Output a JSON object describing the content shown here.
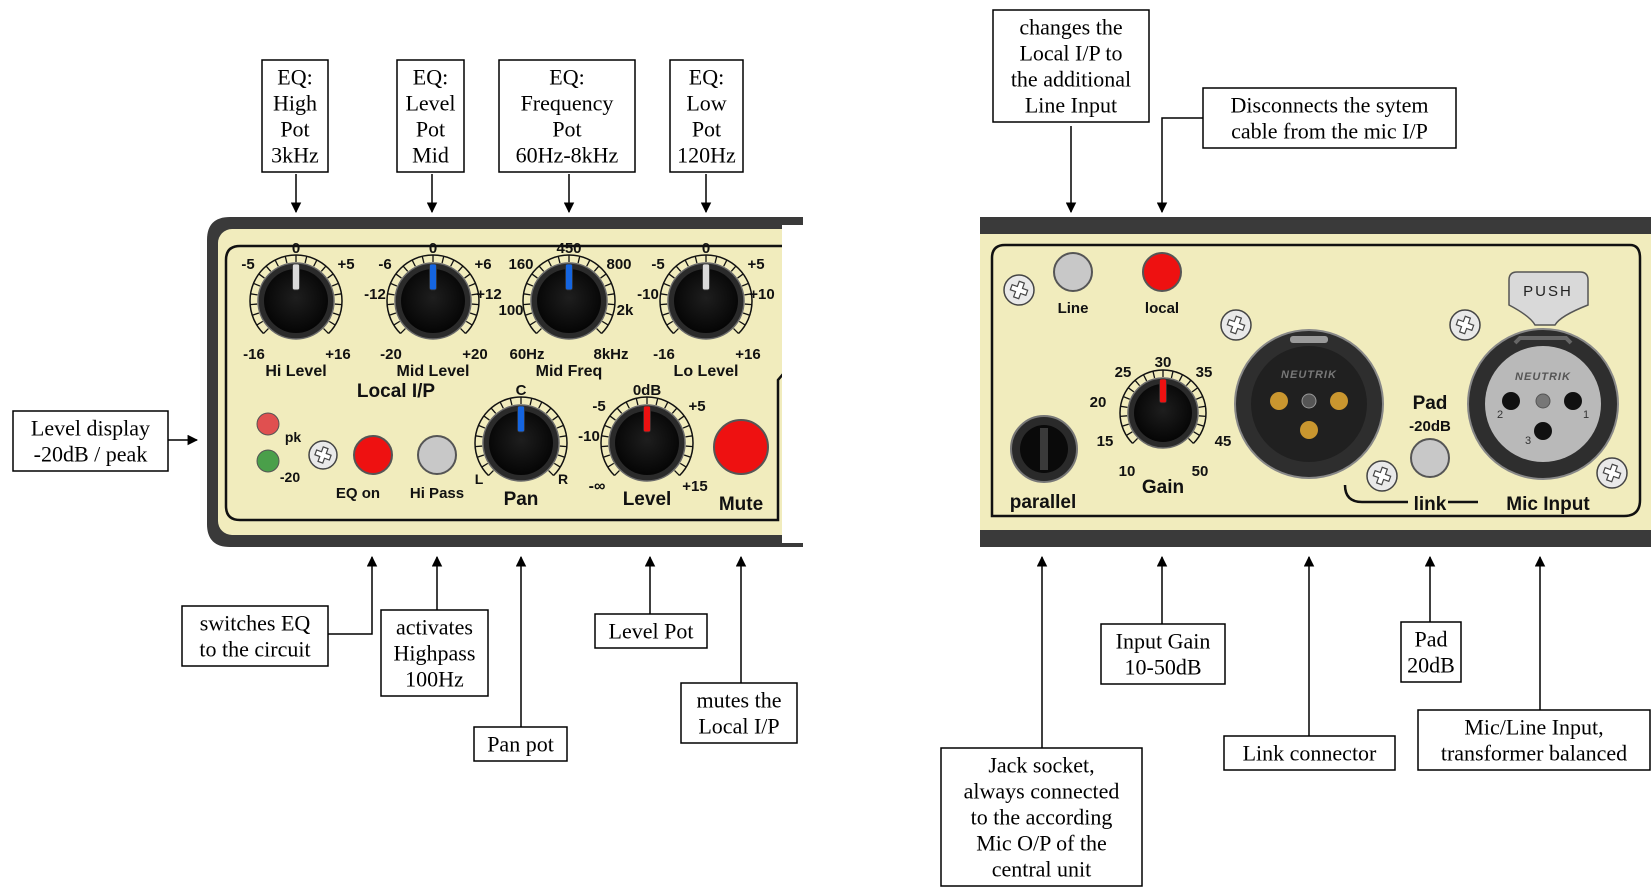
{
  "colors": {
    "panel_face": "#f1ecbd",
    "panel_frame": "#3a3a3a",
    "knob": "#111111",
    "pointer_blue": "#1565e0",
    "pointer_red": "#ee1111",
    "pointer_white": "#d9d9d9",
    "button_red": "#ee1111",
    "button_grey": "#c8c8c8",
    "led_red": "#e05050",
    "led_green": "#4a9f4a",
    "xlr_pin_gold": "#c9962f"
  },
  "callouts": {
    "eq_high": [
      "EQ:",
      "High",
      "Pot",
      "3kHz"
    ],
    "eq_level_mid": [
      "EQ:",
      "Level",
      "Pot",
      "Mid"
    ],
    "eq_freq": [
      "EQ:",
      "Frequency",
      "Pot",
      "60Hz-8kHz"
    ],
    "eq_low": [
      "EQ:",
      "Low",
      "Pot",
      "120Hz"
    ],
    "level_display": [
      "Level display",
      "-20dB / peak"
    ],
    "eq_switch": [
      "switches EQ",
      "to the circuit"
    ],
    "highpass": [
      "activates",
      "Highpass",
      "100Hz"
    ],
    "pan_pot": [
      "Pan pot"
    ],
    "level_pot": [
      "Level Pot"
    ],
    "mute": [
      "mutes the",
      "Local I/P"
    ],
    "line_switch": [
      "changes the",
      "Local I/P to",
      "the additional",
      "Line Input"
    ],
    "disconnect": [
      "Disconnects the sytem",
      "cable from the mic I/P"
    ],
    "jack_socket": [
      "Jack socket,",
      "always connected",
      "to the according",
      "Mic O/P of the",
      "central unit"
    ],
    "input_gain": [
      "Input Gain",
      "10-50dB"
    ],
    "link_connector": [
      "Link connector"
    ],
    "pad": [
      "Pad",
      "20dB"
    ],
    "mic_input": [
      "Mic/Line Input,",
      "transformer balanced"
    ]
  },
  "left_panel": {
    "knobs": {
      "hi": {
        "label": "Hi Level",
        "top": "0",
        "ul": "-5",
        "ur": "+5",
        "bl": "-16",
        "br": "+16",
        "pointer": "white"
      },
      "mid_level": {
        "label": "Mid Level",
        "top": "0",
        "ul": "-6",
        "ur": "+6",
        "ml": "-12",
        "mr": "+12",
        "bl": "-20",
        "br": "+20",
        "pointer": "blue"
      },
      "mid_freq": {
        "label": "Mid Freq",
        "top": "450",
        "ul": "160",
        "ur": "800",
        "ml": "100",
        "mr": "2k",
        "bl": "60Hz",
        "br": "8kHz",
        "pointer": "blue"
      },
      "lo": {
        "label": "Lo Level",
        "top": "0",
        "ul": "-5",
        "ur": "+5",
        "ml": "-10",
        "mr": "+10",
        "bl": "-16",
        "br": "+16",
        "pointer": "white"
      },
      "pan": {
        "label": "Pan",
        "top": "C",
        "bl": "L",
        "br": "R",
        "pointer": "blue"
      },
      "level": {
        "label": "Level",
        "top": "0dB",
        "ul": "-5",
        "ur": "+5",
        "ml": "-10",
        "bl": "-∞",
        "br": "+15",
        "pointer": "red"
      }
    },
    "section_title": "Local I/P",
    "led_pk": "pk",
    "led_20": "-20",
    "eq_on": "EQ on",
    "hi_pass": "Hi Pass",
    "mute": "Mute"
  },
  "right_panel": {
    "line": "Line",
    "local": "local",
    "parallel": "parallel",
    "gain": {
      "label": "Gain",
      "top": "30",
      "t1": "25",
      "t2": "35",
      "t3": "20",
      "t4": "15",
      "t5": "45",
      "t6": "10",
      "t7": "50"
    },
    "xlr_brand": "NEUTRIK",
    "pad": "Pad",
    "pad_value": "-20dB",
    "push": "PUSH",
    "link": "link",
    "mic_input": "Mic Input",
    "pins": [
      "1",
      "2",
      "3"
    ]
  }
}
